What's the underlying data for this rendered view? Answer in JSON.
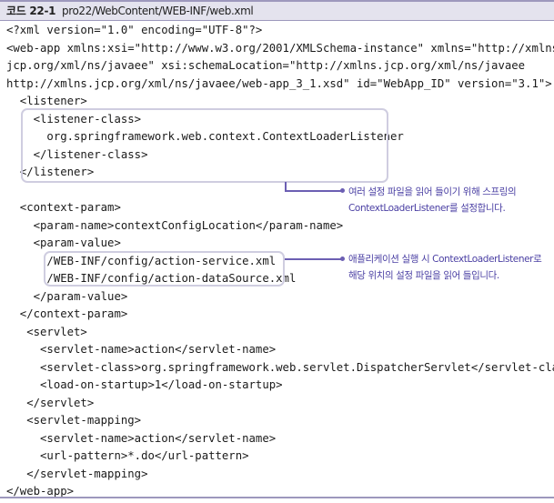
{
  "header": {
    "label": "코드 22-1",
    "path": "pro22/WebContent/WEB-INF/web.xml"
  },
  "code_lines": [
    "<?xml version=\"1.0\" encoding=\"UTF-8\"?>",
    "<web-app xmlns:xsi=\"http://www.w3.org/2001/XMLSchema-instance\" xmlns=\"http://xmlns.",
    "jcp.org/xml/ns/javaee\" xsi:schemaLocation=\"http://xmlns.jcp.org/xml/ns/javaee",
    "http://xmlns.jcp.org/xml/ns/javaee/web-app_3_1.xsd\" id=\"WebApp_ID\" version=\"3.1\">",
    "  <listener>",
    "    <listener-class>",
    "      org.springframework.web.context.ContextLoaderListener",
    "    </listener-class>",
    "  </listener>",
    "",
    "  <context-param>",
    "    <param-name>contextConfigLocation</param-name>",
    "    <param-value>",
    "      /WEB-INF/config/action-service.xml",
    "      /WEB-INF/config/action-dataSource.xml",
    "    </param-value>",
    "  </context-param>",
    "   <servlet>",
    "     <servlet-name>action</servlet-name>",
    "     <servlet-class>org.springframework.web.servlet.DispatcherServlet</servlet-class>",
    "     <load-on-startup>1</load-on-startup>",
    "   </servlet>",
    "   <servlet-mapping>",
    "     <servlet-name>action</servlet-name>",
    "     <url-pattern>*.do</url-pattern>",
    "   </servlet-mapping>",
    "</web-app>"
  ],
  "annotations": [
    {
      "line1": "여러 설정 파일을 읽어 들이기 위해 스프링의",
      "line2": "ContextLoaderListener를 설정합니다."
    },
    {
      "line1": "애플리케이션 실행 시 ContextLoaderListener로",
      "line2": "해당 위치의 설정 파일을 읽어 들입니다."
    }
  ],
  "colors": {
    "header_bg": "#e4e3ee",
    "rule": "#9d98bd",
    "box_border": "#cfcde0",
    "annotation_text": "#4a3fa3",
    "leader": "#6c5fb3"
  }
}
